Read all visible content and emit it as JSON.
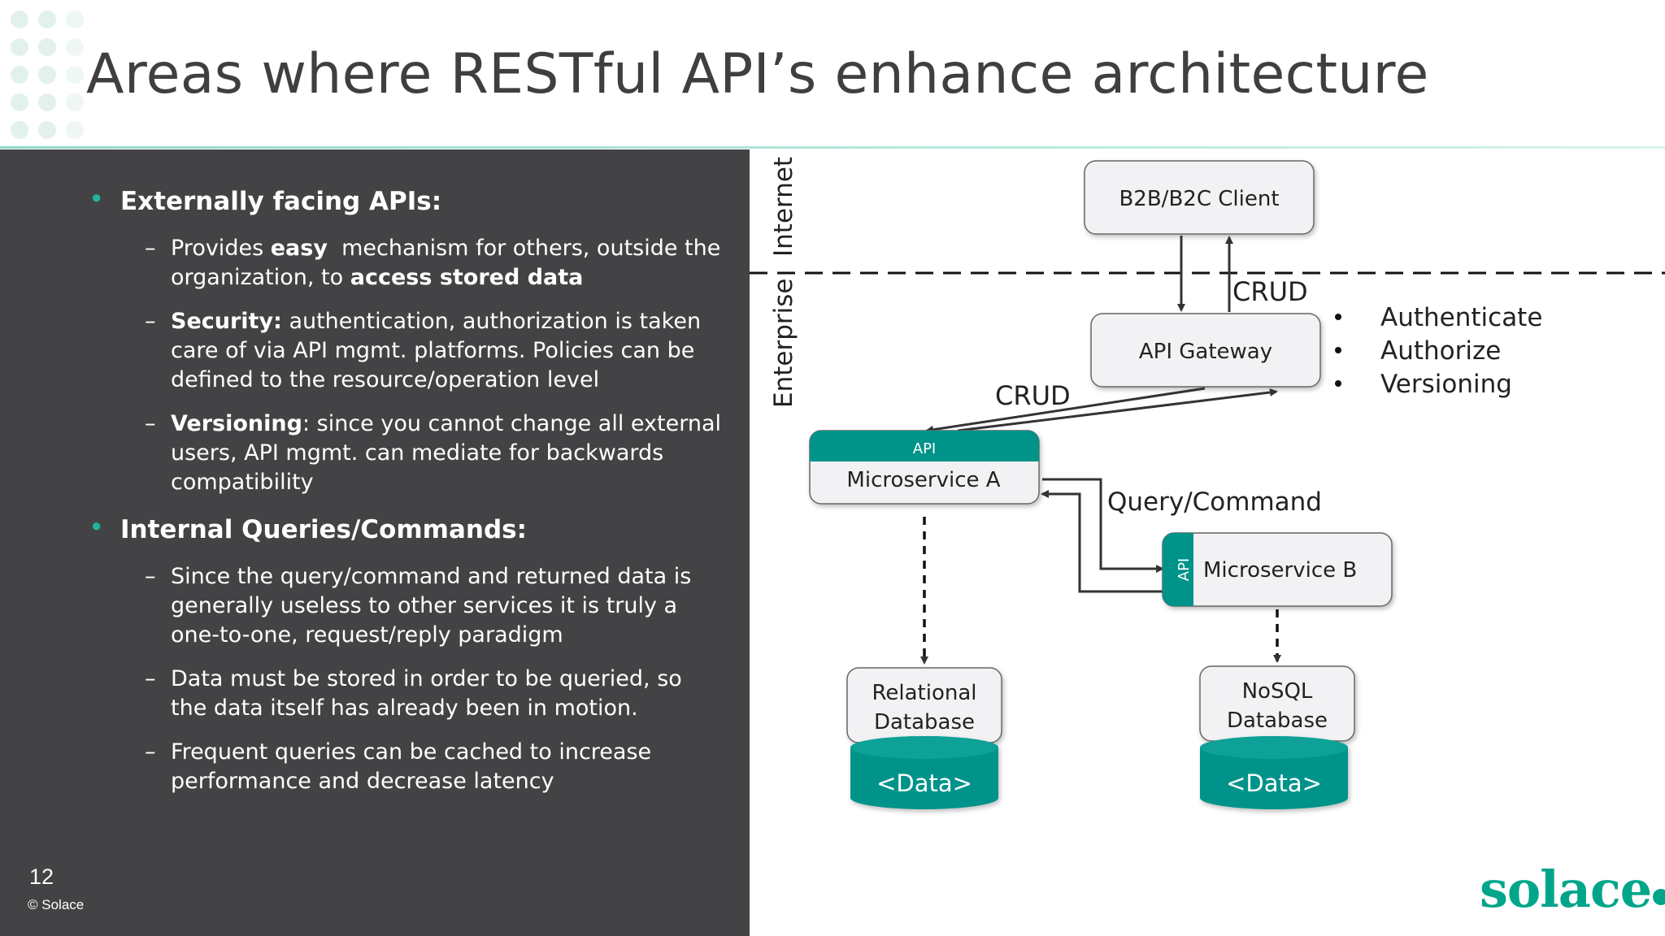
{
  "slide": {
    "title": "Areas where RESTful API’s enhance architecture",
    "page_number": "12",
    "copyright": "© Solace",
    "logo_text": "solace",
    "colors": {
      "panel_bg": "#434345",
      "accent": "#00a58a",
      "teal": "#00938a",
      "title": "#3f3f3f"
    }
  },
  "left": {
    "sections": [
      {
        "heading": "Externally facing APIs:",
        "items": [
          {
            "line1_pre": "Provides ",
            "line1_bold": "easy",
            "line1_post": "  mechanism for others, outside the",
            "line2_pre": "organization, to ",
            "line2_bold": "access stored data"
          },
          {
            "bold": "Security:",
            "text": " authentication, authorization is taken care of via API mgmt. platforms. Policies can be defined to the resource/operation level"
          },
          {
            "bold": "Versioning",
            "text": ": since you cannot change all external users, API mgmt. can mediate for backwards compatibility"
          }
        ]
      },
      {
        "heading": "Internal Queries/Commands:",
        "items": [
          {
            "text": "Since the query/command and returned data is generally useless to other services it is truly a one-to-one, request/reply paradigm"
          },
          {
            "text": "Data must be stored in order to be queried, so the data itself has already been in motion."
          },
          {
            "text": "Frequent queries can be cached to increase performance and decrease latency"
          }
        ]
      }
    ]
  },
  "diagram": {
    "zone_internet": "Internet",
    "zone_enterprise": "Enterprise",
    "client": "B2B/B2C Client",
    "gateway": "API Gateway",
    "crud_top": "CRUD",
    "crud_mid": "CRUD",
    "gateway_features": [
      "Authenticate",
      "Authorize",
      "Versioning"
    ],
    "ms_a_api": "API",
    "ms_a": "Microservice A",
    "query_command": "Query/Command",
    "ms_b_api": "API",
    "ms_b": "Microservice B",
    "rel_db_line1": "Relational",
    "rel_db_line2": "Database",
    "nosql_line1": "NoSQL",
    "nosql_line2": "Database",
    "data_label_1": "<Data>",
    "data_label_2": "<Data>"
  }
}
